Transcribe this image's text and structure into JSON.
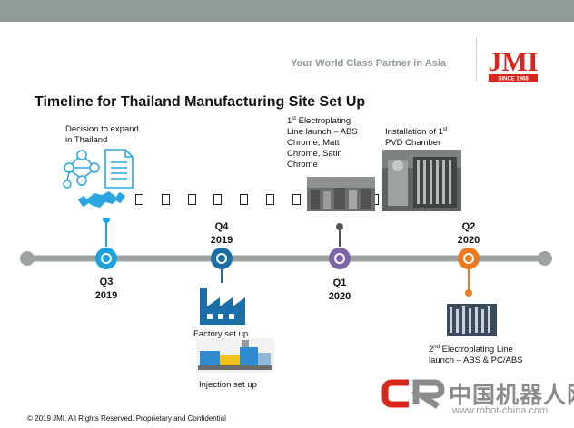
{
  "header": {
    "tagline": "Your World Class Partner in Asia",
    "logo_text": "JMI",
    "logo_sub": "SINCE 1968"
  },
  "slide": {
    "title": "Timeline for Thailand Manufacturing Site Set Up"
  },
  "milestones": {
    "q3_2019": {
      "label_line1": "Q3",
      "label_line2": "2019",
      "desc_line1": "Decision to expand",
      "desc_line2": "in Thailand"
    },
    "q4_2019": {
      "label_line1": "Q4",
      "label_line2": "2019",
      "desc_factory": "Factory set up",
      "desc_injection": "Injection set up"
    },
    "q1_2020": {
      "label_line1": "Q1",
      "label_line2": "2020",
      "desc_line1_sup": "st",
      "desc_line1_pre": "1",
      "desc_line1_post": " Electroplating",
      "desc_line2": "Line launch – ABS",
      "desc_line3": "Chrome, Matt",
      "desc_line4": "Chrome, Satin",
      "desc_line5": "Chrome"
    },
    "q2_2020": {
      "label_line1": "Q2",
      "label_line2": "2020",
      "top_line1_pre": "Installation of 1",
      "top_line1_sup": "st",
      "top_line2": "PVD Chamber",
      "bottom_line1_pre": "2",
      "bottom_line1_sup": "nd",
      "bottom_line1_post": " Electroplating Line",
      "bottom_line2": "launch – ABS & PC/ABS"
    }
  },
  "footer": {
    "copyright": "© 2019 JMI.  All Rights Reserved.  Proprietary and Confidential"
  },
  "watermark": {
    "brand_cn": "中国机器人网",
    "domain": "www.robot-china.com"
  },
  "colors": {
    "timeline_line": "#9ea3a2",
    "q3_2019": "#1aa3dd",
    "q4_2019": "#1b6fa8",
    "q1_2020": "#7b64a8",
    "q2_2020": "#ee7a1f",
    "icon_blue": "#2aa7df"
  },
  "icons": [
    "network-icon",
    "document-icon",
    "handshake-icon",
    "factory-icon",
    "injection-machine-icon"
  ]
}
